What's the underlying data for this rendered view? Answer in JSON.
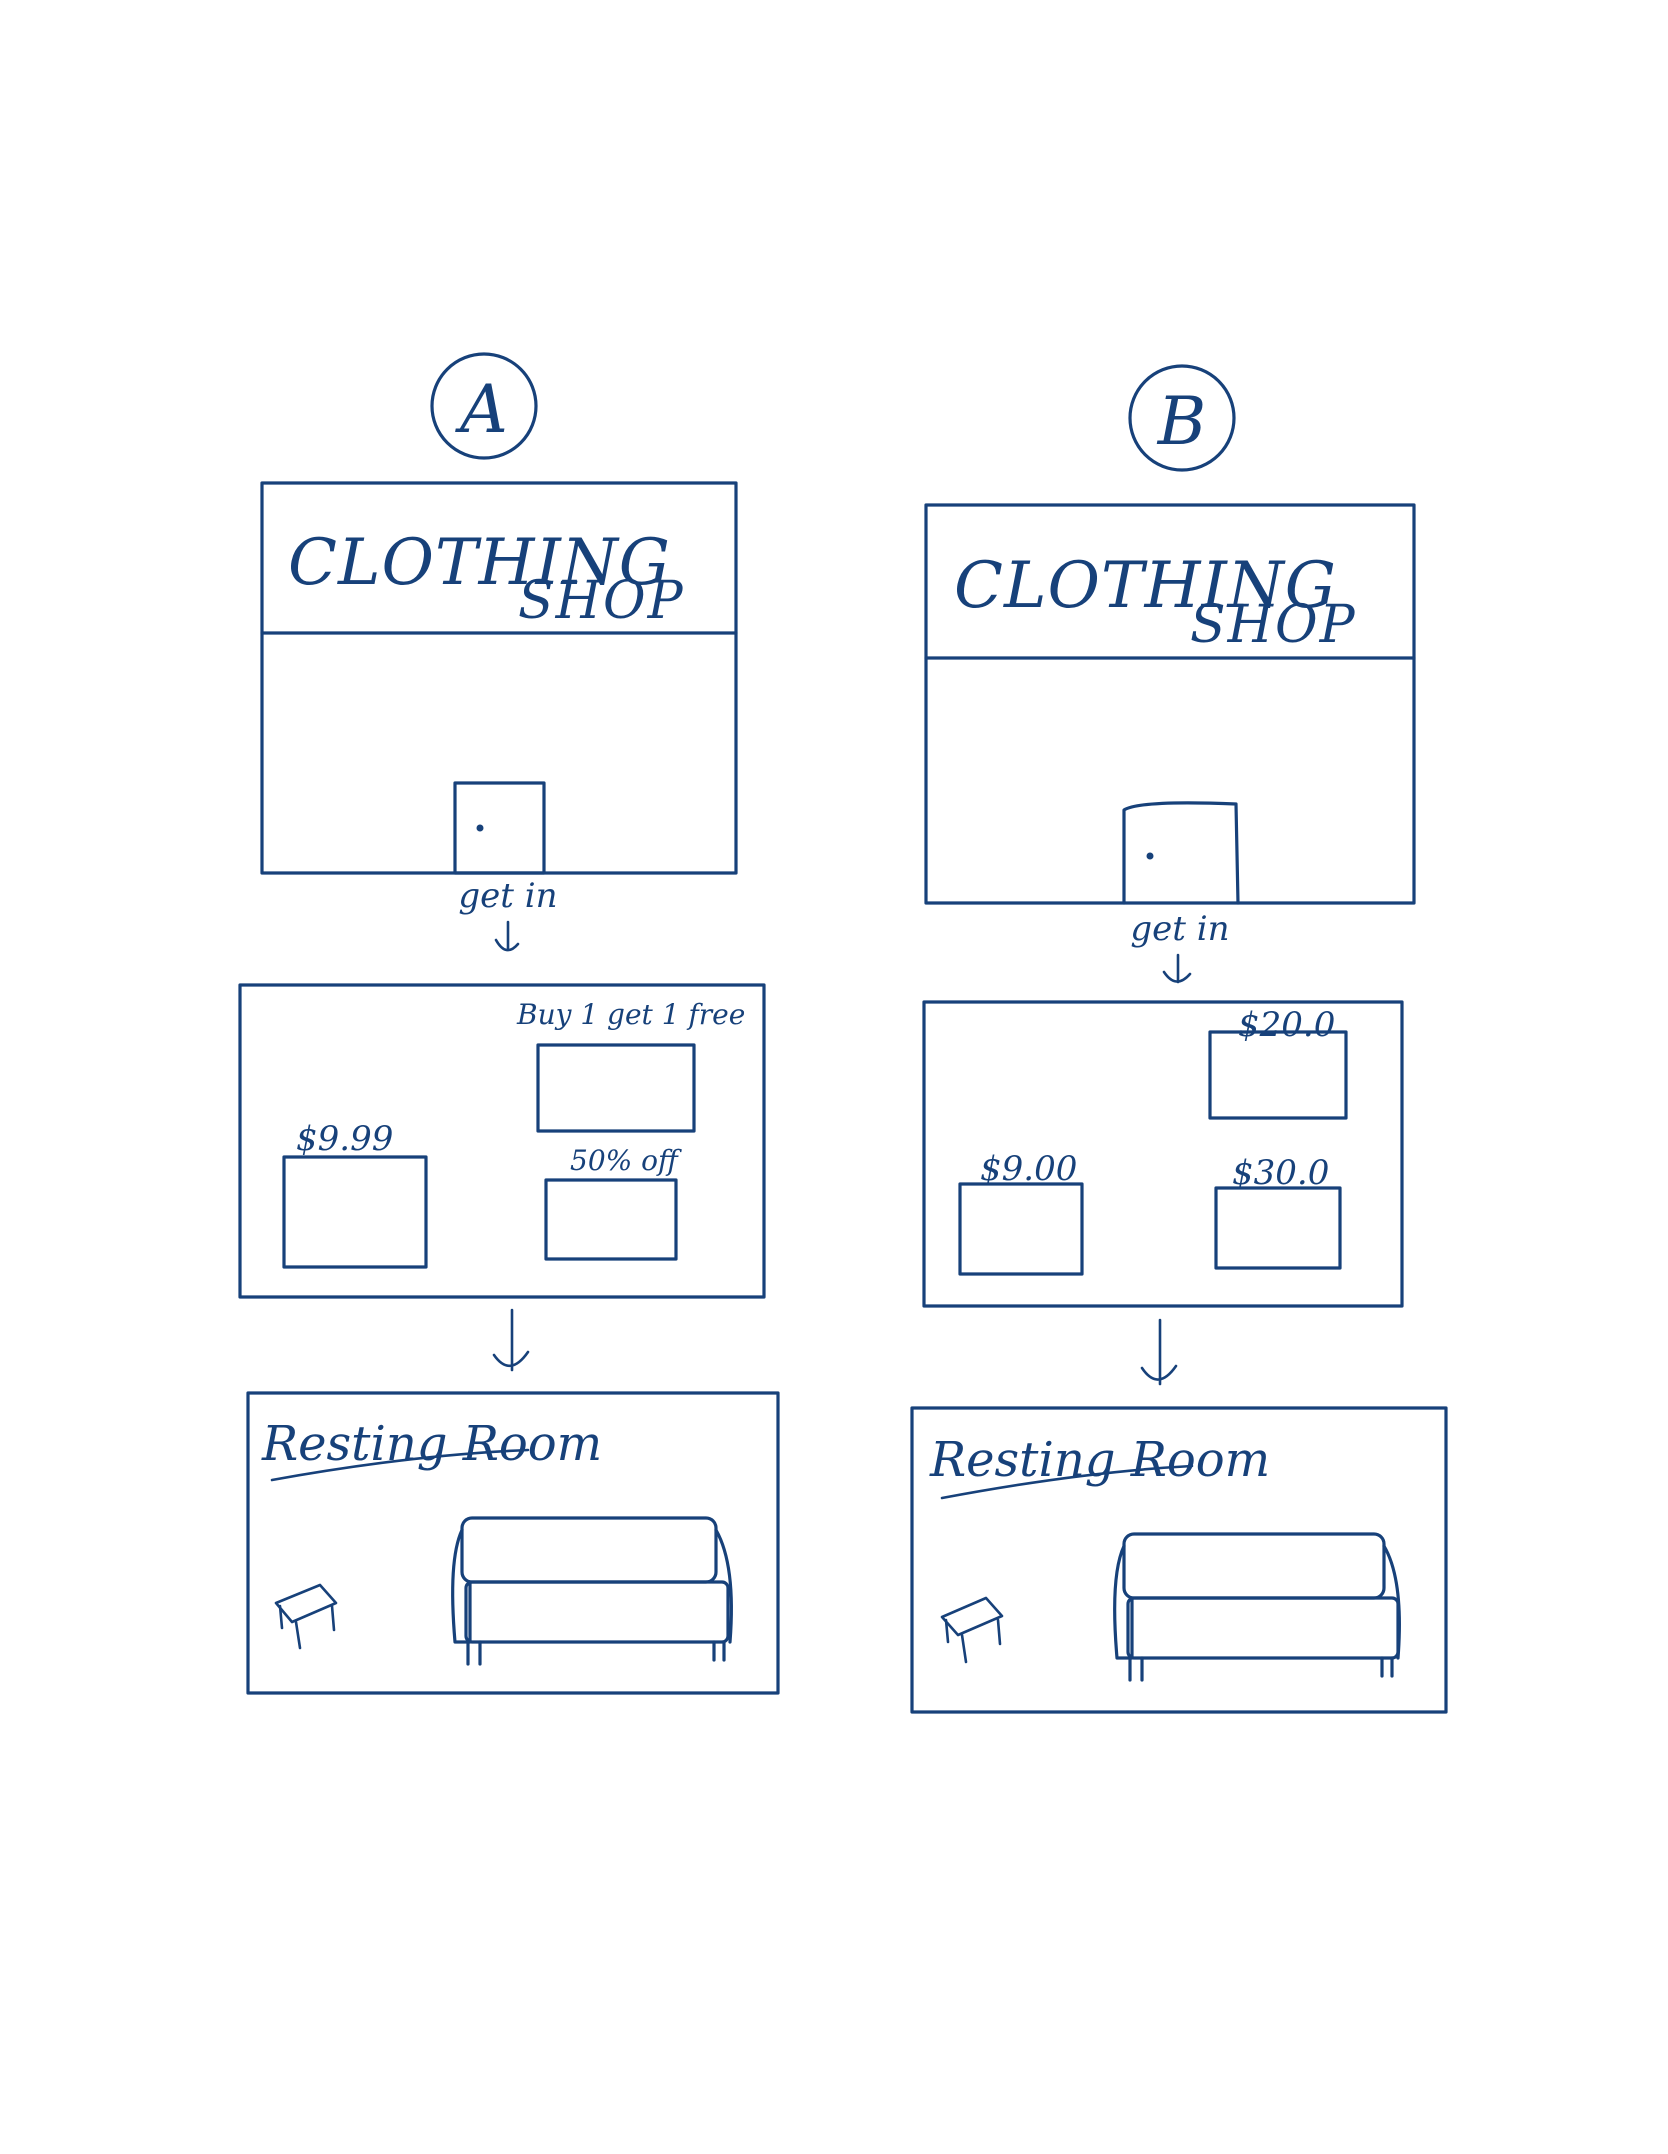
{
  "colors": {
    "ink": "#17417a",
    "background": "#ffffff"
  },
  "options": [
    {
      "label": "A",
      "storefront": {
        "sign_line1": "CLOTHING",
        "sign_line2": "SHOP"
      },
      "transition": "get in",
      "tags": [
        "Buy 1 get 1 free",
        "$9.99",
        "50% off"
      ],
      "room": "Resting Room"
    },
    {
      "label": "B",
      "storefront": {
        "sign_line1": "CLOTHING",
        "sign_line2": "SHOP"
      },
      "transition": "get in",
      "tags": [
        "$20.0",
        "$9.00",
        "$30.0"
      ],
      "room": "Resting Room"
    }
  ]
}
